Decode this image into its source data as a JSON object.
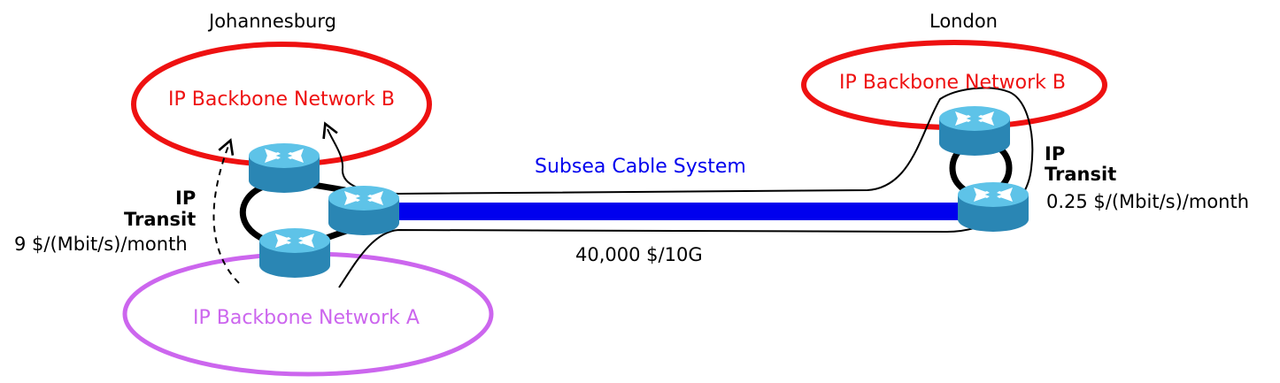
{
  "colors": {
    "network_b": "#ee1111",
    "network_a": "#cc66ee",
    "cable": "#0000ee",
    "router_top": "#5ec3e8",
    "router_side": "#2a86b4",
    "router_arrows": "#ffffff",
    "link": "#000000"
  },
  "icons": {
    "router": "router-icon"
  },
  "cities": {
    "left": "Johannesburg",
    "right": "London"
  },
  "networks": {
    "jnb_b": "IP Backbone Network B",
    "jnb_a": "IP Backbone Network A",
    "lon_b": "IP Backbone Network B"
  },
  "cable": {
    "label": "Subsea Cable System",
    "cost": "40,000 $/10G"
  },
  "transit": {
    "left": {
      "line1": "IP",
      "line2": "Transit",
      "cost": "9 $/(Mbit/s)/month"
    },
    "right": {
      "line1": "IP",
      "line2": "Transit",
      "cost": "0.25 $/(Mbit/s)/month"
    }
  }
}
